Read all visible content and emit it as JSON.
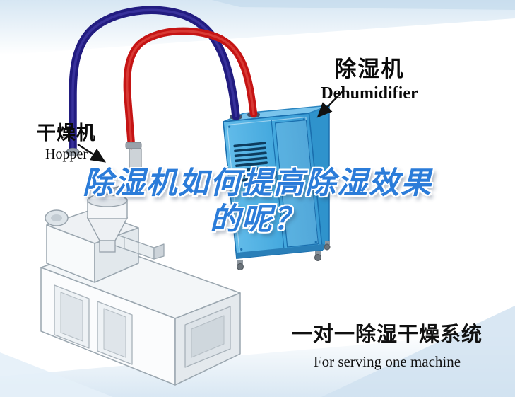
{
  "scene": {
    "title": {
      "line1": "除湿机如何提高除湿效果",
      "line2": "的呢？",
      "color": "#2b7cd9"
    },
    "labels": {
      "hopper": {
        "cn": "干燥机",
        "en": "Hopper"
      },
      "dehumidifier": {
        "cn": "除湿机",
        "en": "Dehumidifier"
      },
      "caption": {
        "cn": "一对一除湿干燥系统",
        "en": "For serving one machine"
      }
    },
    "colors": {
      "title_blue": "#2b7cd9",
      "hose_supply_red": "#c51414",
      "hose_return_navy": "#221c80",
      "dehumidifier_front": "#4fb0e2",
      "dehumidifier_side": "#2f93cc",
      "dehumidifier_top": "#7ac4ec",
      "vent_slot_dark": "#0d3c5e",
      "machine_gray": "#eef1f4",
      "pipe_silver": "#c7cdd3",
      "background_accent": "#d9e8f4",
      "label_text": "#0a0a0a"
    },
    "icons": [
      {
        "name": "arrow-to-hopper",
        "meaning": "points from Hopper label to hopper unit"
      },
      {
        "name": "arrow-to-dehumidifier",
        "meaning": "points from Dehumidifier label to dehumidifier unit"
      }
    ]
  }
}
